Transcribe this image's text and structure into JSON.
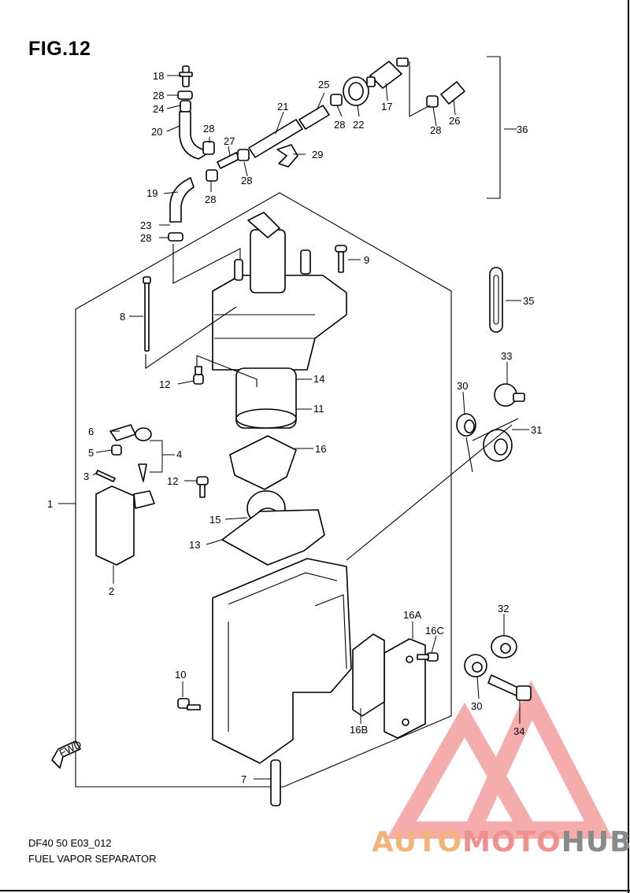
{
  "figure": {
    "title": "FIG.12",
    "code": "DF40 50 E03_012",
    "name": "FUEL VAPOR SEPARATOR"
  },
  "callouts": {
    "c1": "1",
    "c2": "2",
    "c3": "3",
    "c4": "4",
    "c5": "5",
    "c6": "6",
    "c7": "7",
    "c8": "8",
    "c9": "9",
    "c10": "10",
    "c11": "11",
    "c12a": "12",
    "c12b": "12",
    "c13": "13",
    "c14": "14",
    "c15": "15",
    "c16": "16",
    "c16a": "16A",
    "c16b": "16B",
    "c16c": "16C",
    "c17": "17",
    "c18": "18",
    "c19": "19",
    "c20": "20",
    "c21": "21",
    "c22": "22",
    "c23": "23",
    "c24": "24",
    "c25": "25",
    "c26": "26",
    "c27": "27",
    "c28a": "28",
    "c28b": "28",
    "c28c": "28",
    "c28d": "28",
    "c28e": "28",
    "c28f": "28",
    "c28g": "28",
    "c29": "29",
    "c30a": "30",
    "c30b": "30",
    "c31": "31",
    "c32": "32",
    "c33": "33",
    "c34": "34",
    "c35": "35",
    "c36": "36"
  },
  "fwd_marker": "FWD",
  "watermark": {
    "part1": "AUTO",
    "part2": "MOTO",
    "part3": "HUB",
    "colors": {
      "part1": "#f3b47a",
      "part2": "#f09090",
      "part3": "#8a8a8a",
      "logo": "#f28a8a"
    }
  }
}
